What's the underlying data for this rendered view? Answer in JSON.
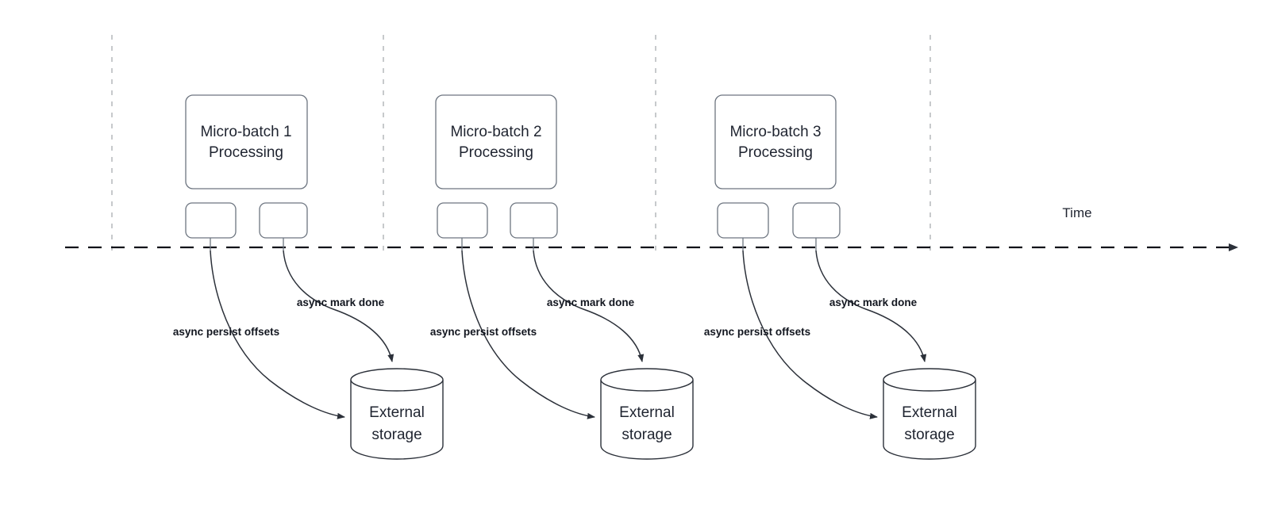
{
  "diagram": {
    "title_label": "Time",
    "timeline": {
      "axis_name": "time-axis",
      "tick_count": 4,
      "arrow_direction": "right"
    },
    "batches": [
      {
        "id": "micro-batch-1",
        "title_line1": "Micro-batch 1",
        "title_line2": "Processing",
        "persist_label": "async persist offsets",
        "mark_done_label": "async mark done",
        "storage_line1": "External",
        "storage_line2": "storage"
      },
      {
        "id": "micro-batch-2",
        "title_line1": "Micro-batch 2",
        "title_line2": "Processing",
        "persist_label": "async persist offsets",
        "mark_done_label": "async mark done",
        "storage_line1": "External",
        "storage_line2": "storage"
      },
      {
        "id": "micro-batch-3",
        "title_line1": "Micro-batch 3",
        "title_line2": "Processing",
        "persist_label": "async persist offsets",
        "mark_done_label": "async mark done",
        "storage_line1": "External",
        "storage_line2": "storage"
      }
    ],
    "colors": {
      "background": "#ffffff",
      "box_stroke": "#6d7580",
      "cylinder_stroke": "#2b3039",
      "tick_stroke": "#b9bcc0",
      "axis_stroke": "#101319",
      "text": "#1f2430",
      "label_text": "#12161f"
    }
  }
}
